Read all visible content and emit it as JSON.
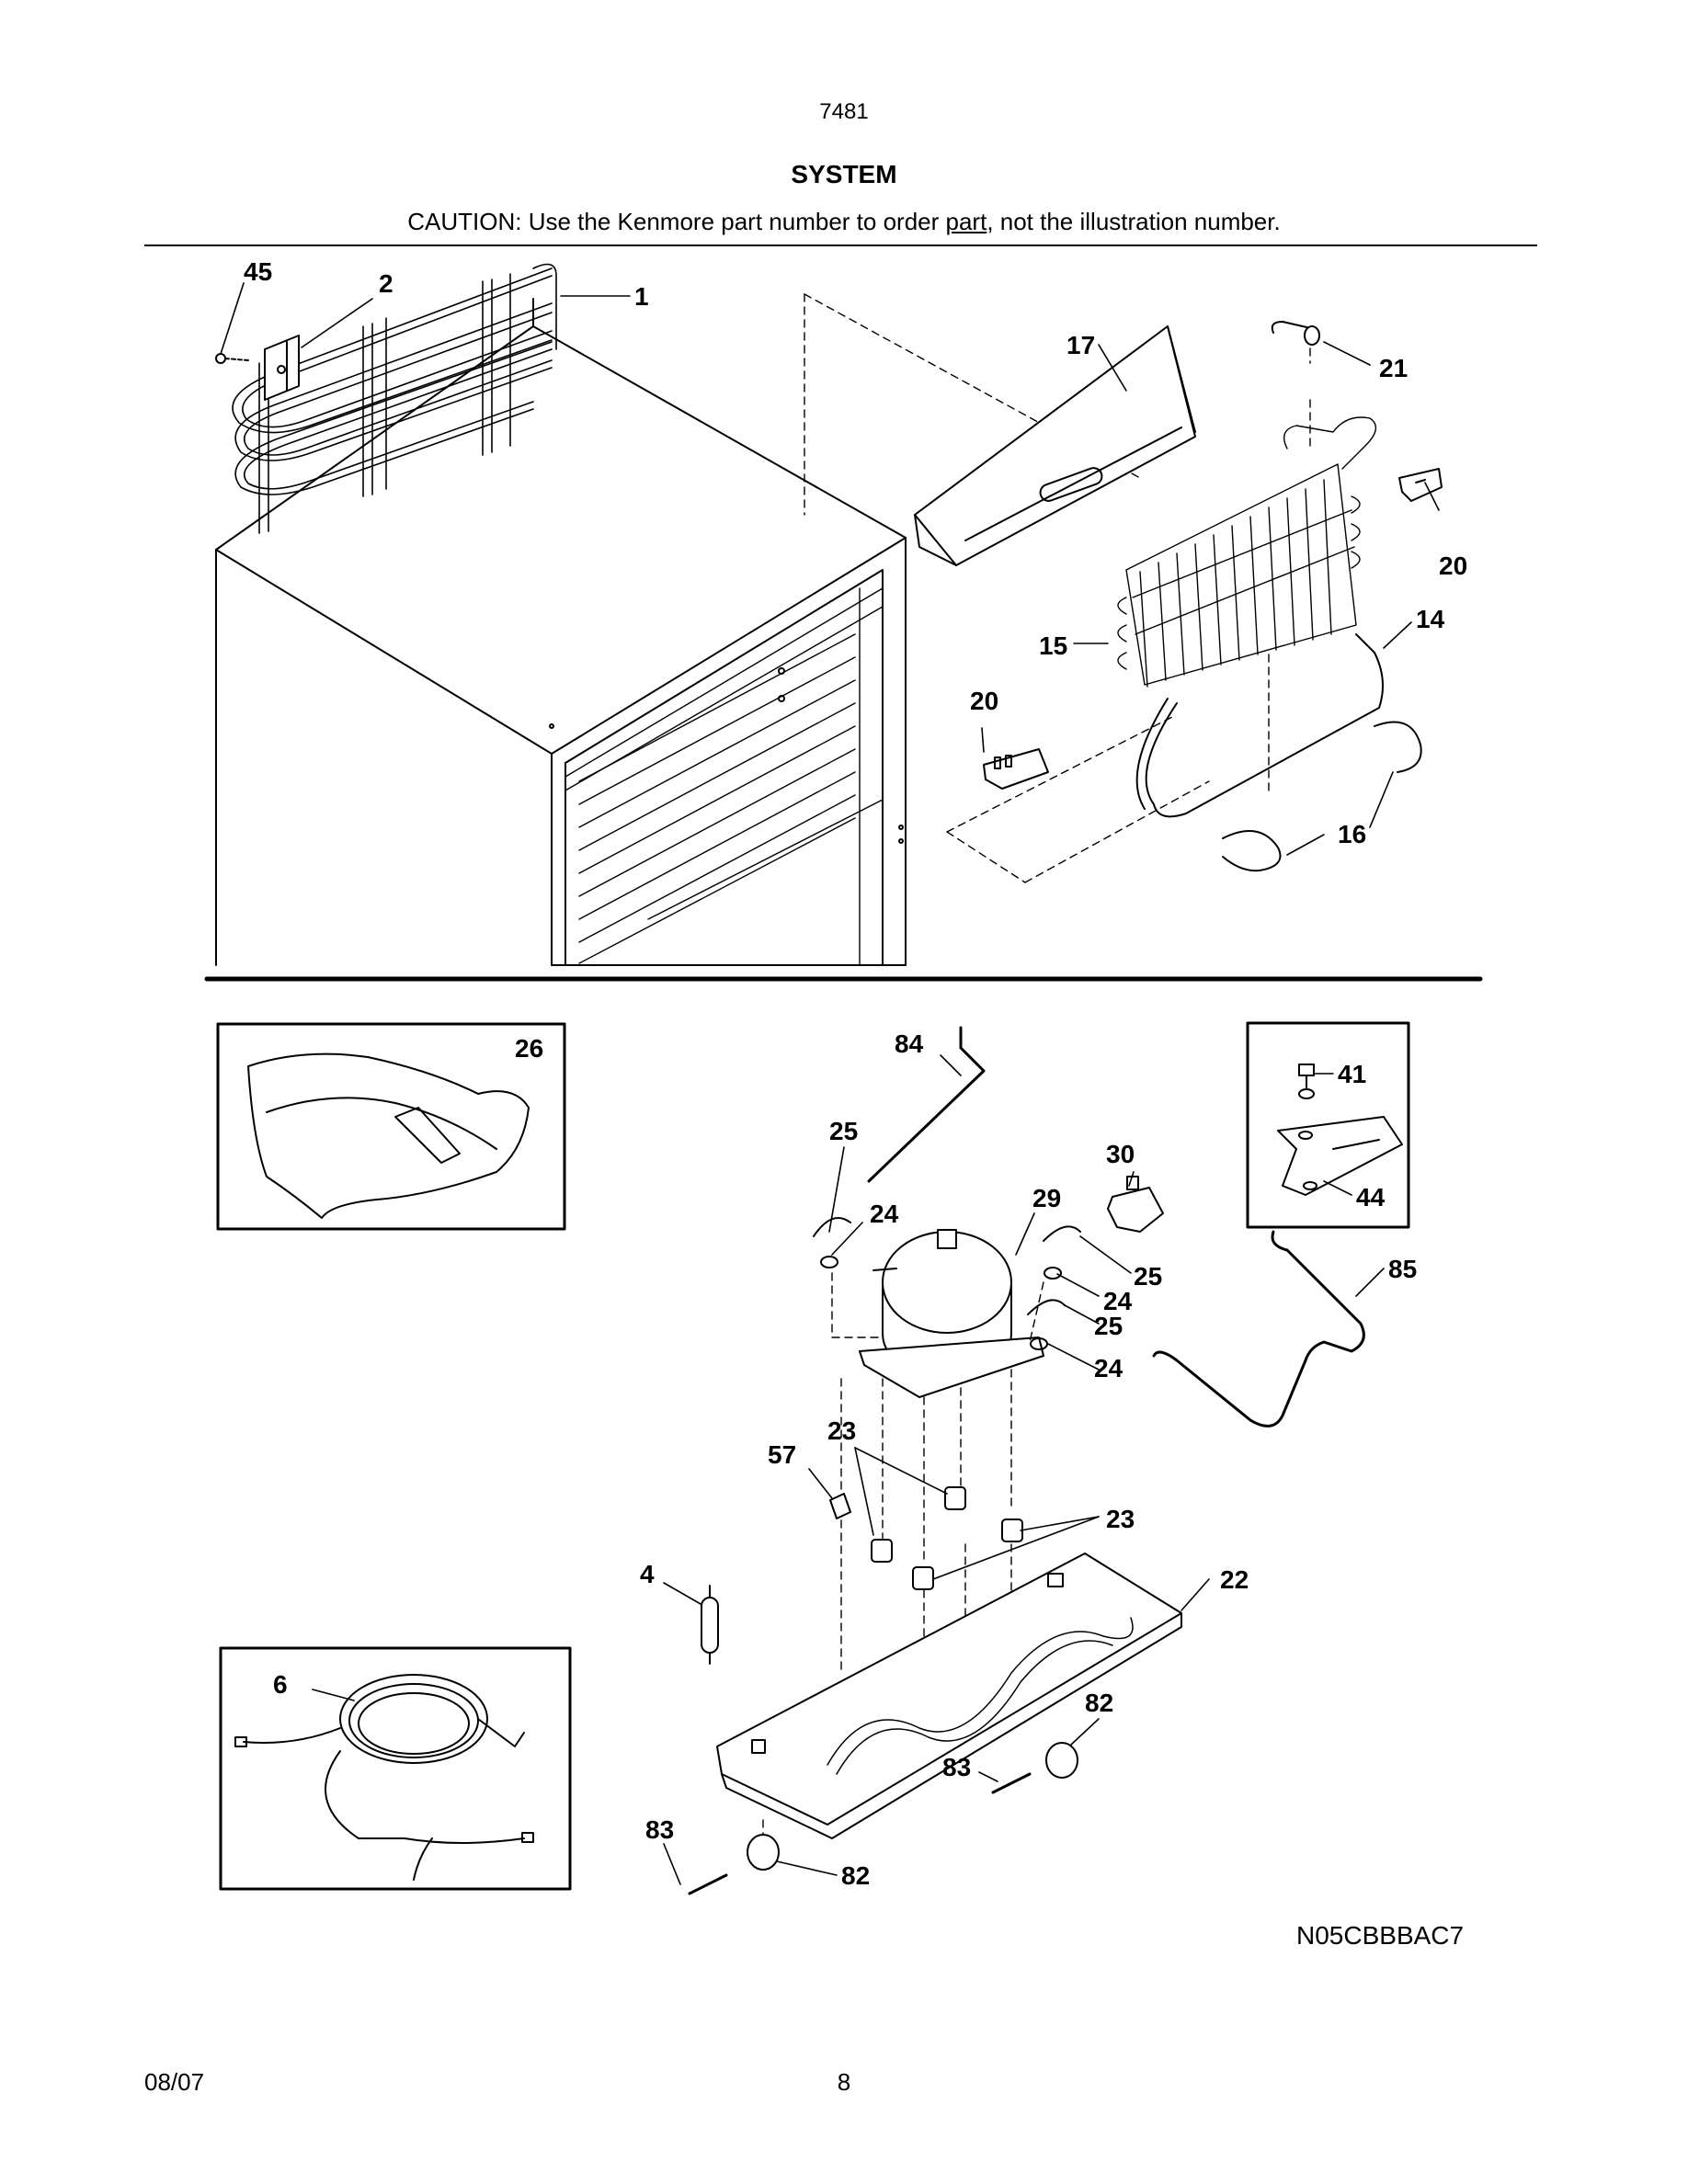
{
  "header": {
    "model": "7481",
    "title": "SYSTEM",
    "caution_before": "CAUTION: Use the Kenmore part number to order ",
    "caution_link": "part",
    "caution_after": ", not the illustration number."
  },
  "callouts": {
    "c45": "45",
    "c2": "2",
    "c1": "1",
    "c17": "17",
    "c21": "21",
    "c20a": "20",
    "c14": "14",
    "c15": "15",
    "c20b": "20",
    "c16": "16",
    "c26": "26",
    "c84": "84",
    "c41": "41",
    "c25a": "25",
    "c30": "30",
    "c29": "29",
    "c24a": "24",
    "c44": "44",
    "c25b": "25",
    "c85": "85",
    "c24b": "24",
    "c25c": "25",
    "c24c": "24",
    "c23a": "23",
    "c57": "57",
    "c23b": "23",
    "c4": "4",
    "c22": "22",
    "c6": "6",
    "c82a": "82",
    "c83a": "83",
    "c83b": "83",
    "c82b": "82"
  },
  "footer": {
    "drawing_id": "N05CBBBAC7",
    "date": "08/07",
    "page": "8"
  }
}
